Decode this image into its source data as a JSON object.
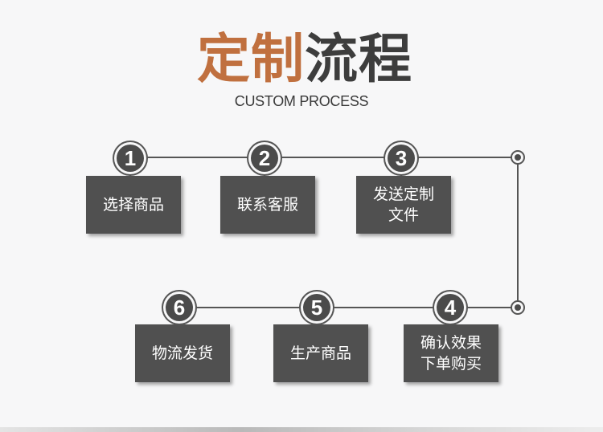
{
  "title": {
    "accent": "定制",
    "rest": "流程",
    "subtitle": "CUSTOM PROCESS"
  },
  "steps": [
    {
      "number": "1",
      "label": "选择商品"
    },
    {
      "number": "2",
      "label": "联系客服"
    },
    {
      "number": "3",
      "label": "发送定制文件"
    },
    {
      "number": "4",
      "label": "确认效果下单购买"
    },
    {
      "number": "5",
      "label": "生产商品"
    },
    {
      "number": "6",
      "label": "物流发货"
    }
  ],
  "colors": {
    "accent": "#c0703f",
    "dark": "#3d3d3d",
    "box": "#505050",
    "background": "#f7f7f8"
  }
}
